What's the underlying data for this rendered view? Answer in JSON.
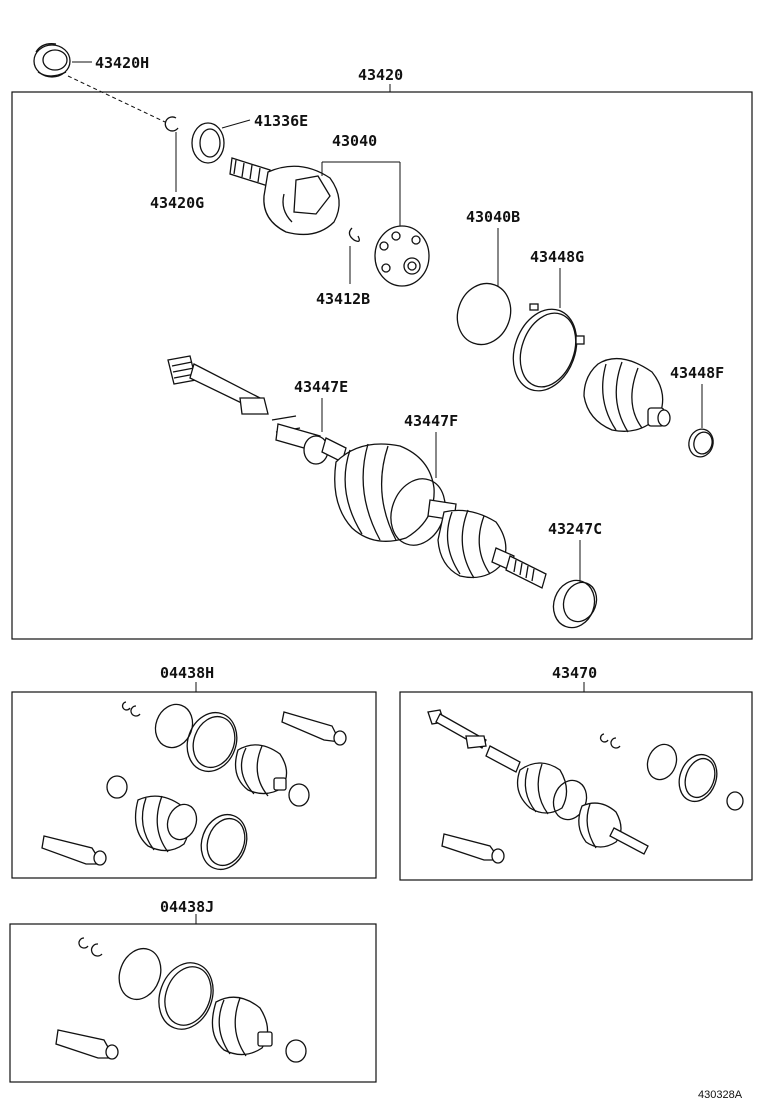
{
  "labels": {
    "p43420H": "43420H",
    "p43420": "43420",
    "p41336E": "41336E",
    "p43040": "43040",
    "p43420G": "43420G",
    "p43412B": "43412B",
    "p43040B": "43040B",
    "p43448G": "43448G",
    "p43448F": "43448F",
    "p43447E": "43447E",
    "p43447F": "43447F",
    "p43247C": "43247C",
    "p04438H": "04438H",
    "p43470": "43470",
    "p04438J": "04438J"
  },
  "figure_ref": "430328A"
}
